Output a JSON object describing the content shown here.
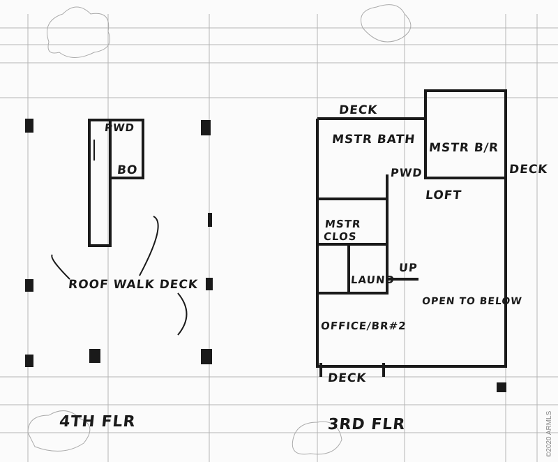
{
  "plan": {
    "fourth_floor": {
      "title": "4TH FLR",
      "rooms": {
        "pwd": "PWD",
        "bo": "BO",
        "roof_walk_deck": "ROOF WALK DECK"
      }
    },
    "third_floor": {
      "title": "3RD FLR",
      "rooms": {
        "deck_top": "DECK",
        "mstr_bath": "MSTR BATH",
        "mstr_br": "MSTR B/R",
        "deck_right": "DECK",
        "pwd": "PWD",
        "loft": "LOFT",
        "mstr_clos": "MSTR CLOS",
        "up": "UP",
        "laund": "LAUND",
        "open_to_below": "OPEN TO BELOW",
        "office": "OFFICE/BR#2",
        "deck_bottom": "DECK"
      }
    },
    "watermark": "©2020 ARMLS",
    "colors": {
      "ink": "#1a1a1a",
      "faint_line": "#9a9a9a",
      "paper": "#fbfbfb"
    }
  }
}
